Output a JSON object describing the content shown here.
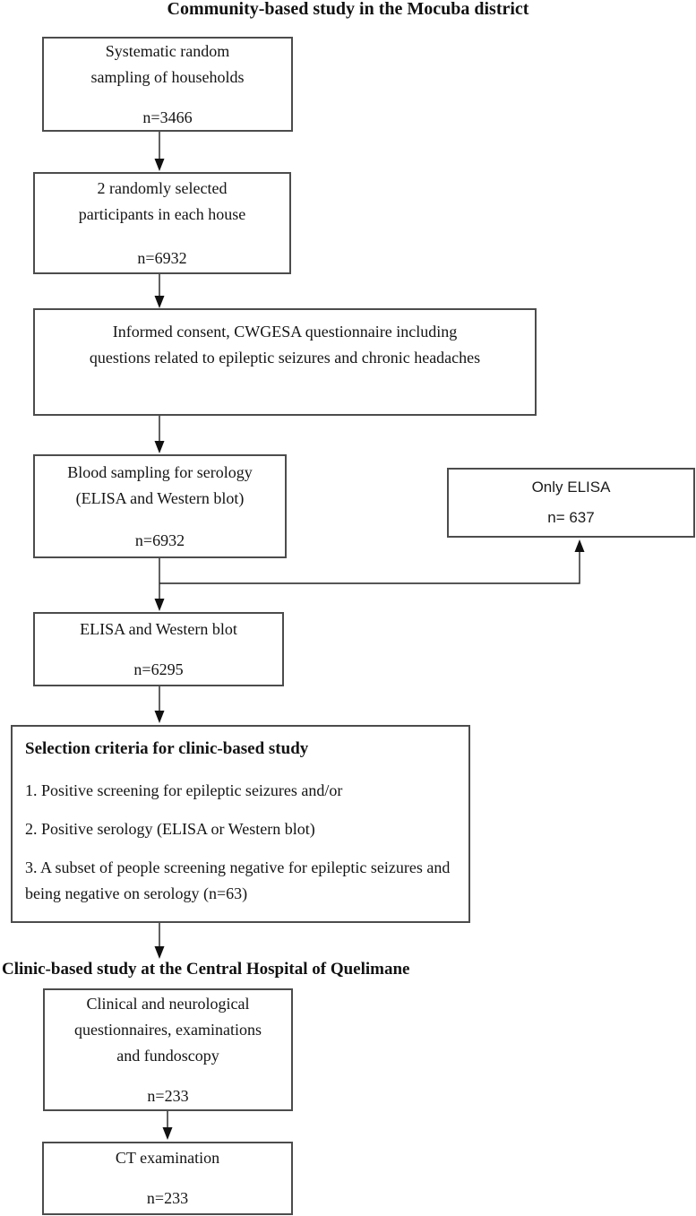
{
  "titles": {
    "community": "Community-based study in the Mocuba district",
    "clinic": "Clinic-based study at the Central Hospital of Quelimane"
  },
  "boxes": {
    "sampling": {
      "text": "Systematic random\nsampling of households",
      "n": "n=3466"
    },
    "participants": {
      "text": "2 randomly selected\nparticipants in each house",
      "n": "n=6932"
    },
    "consent": {
      "text": "Informed consent, CWGESA questionnaire including\nquestions related to epileptic seizures and chronic headaches"
    },
    "blood": {
      "text": "Blood sampling for serology\n(ELISA and Western blot)",
      "n": "n=6932"
    },
    "only_elisa": {
      "text": "Only ELISA",
      "n": "n= 637"
    },
    "elisa_wb": {
      "text": "ELISA and Western blot",
      "n": "n=6295"
    },
    "selection": {
      "heading": "Selection criteria for clinic-based study",
      "items": [
        "1. Positive screening for epileptic seizures and/or",
        "2. Positive serology (ELISA or Western blot)",
        "3. A subset of people screening negative for epileptic seizures and being negative on serology (n=63)"
      ]
    },
    "clinical": {
      "text": "Clinical and neurological\nquestionnaires, examinations\nand fundoscopy",
      "n": "n=233"
    },
    "ct": {
      "text": "CT examination",
      "n": "n=233"
    }
  }
}
